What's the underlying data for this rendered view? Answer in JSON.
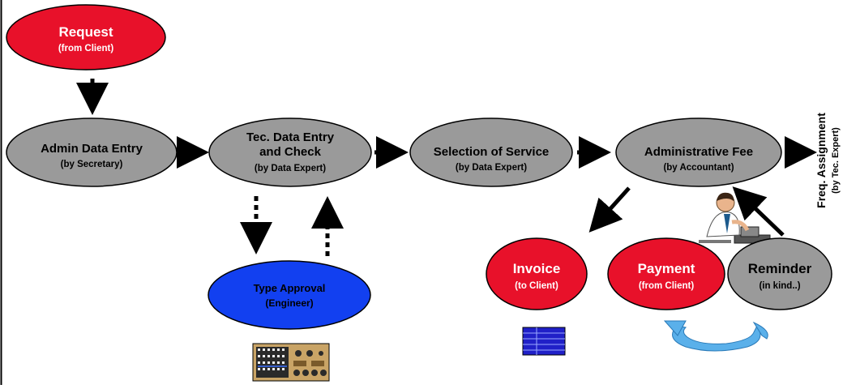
{
  "nodes": {
    "request": {
      "title": "Request",
      "sub": "(from Client)"
    },
    "admin_entry": {
      "title": "Admin Data Entry",
      "sub": "(by Secretary)"
    },
    "tec_entry": {
      "title1": "Tec. Data Entry",
      "title2": "and Check",
      "sub": "(by Data Expert)"
    },
    "selection": {
      "title": "Selection of Service",
      "sub": "(by Data Expert)"
    },
    "admin_fee": {
      "title": "Administrative Fee",
      "sub": "(by Accountant)"
    },
    "type_approval": {
      "title1": "Type Approval",
      "title2": "(Engineer)"
    },
    "invoice": {
      "title": "Invoice",
      "sub": "(to Client)"
    },
    "payment": {
      "title": "Payment",
      "sub": "(from Client)"
    },
    "reminder": {
      "title": "Reminder",
      "sub": "(in kind..)"
    }
  },
  "freq": {
    "title": "Freq. Assignment",
    "sub": "(by Tec. Expert)"
  },
  "colors": {
    "red": "#e8112a",
    "gray": "#9a9a9a",
    "blue": "#1240f0",
    "stroke": "#000000"
  },
  "icons": [
    "document-table-icon",
    "equipment-panel-icon",
    "accountant-person-icon",
    "cycle-arrow-icon"
  ]
}
